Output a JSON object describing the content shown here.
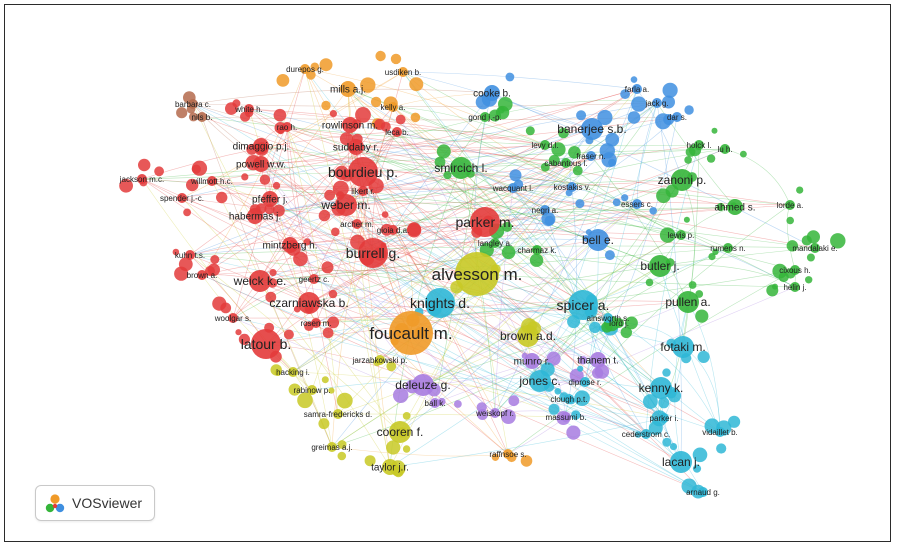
{
  "app": {
    "name": "VOSviewer",
    "logo_icon": "vosviewer-logo-icon"
  },
  "map_type": "co-citation network",
  "cluster_colors": {
    "red": "#e33b3b",
    "green": "#35b53a",
    "blue": "#3f8fe0",
    "yellow": "#c8c925",
    "purple": "#a77be0",
    "cyan": "#2fb7d6",
    "orange": "#f09a28",
    "brown": "#b46a4c"
  },
  "nodes": [
    {
      "label": "durepos g.",
      "cluster": "orange",
      "size": 1
    },
    {
      "label": "usdiken b.",
      "cluster": "orange",
      "size": 1
    },
    {
      "label": "mills a.j.",
      "cluster": "orange",
      "size": 2
    },
    {
      "label": "barbara c.",
      "cluster": "brown",
      "size": 1
    },
    {
      "label": "nils b.",
      "cluster": "brown",
      "size": 1
    },
    {
      "label": "white h.",
      "cluster": "red",
      "size": 1
    },
    {
      "label": "kelly a.",
      "cluster": "orange",
      "size": 1
    },
    {
      "label": "rao h.",
      "cluster": "red",
      "size": 1
    },
    {
      "label": "rowlinson m.",
      "cluster": "red",
      "size": 2
    },
    {
      "label": "leca b.",
      "cluster": "red",
      "size": 1
    },
    {
      "label": "dimaggio p.j.",
      "cluster": "red",
      "size": 2
    },
    {
      "label": "suddaby r.",
      "cluster": "red",
      "size": 2
    },
    {
      "label": "powell w.w.",
      "cluster": "red",
      "size": 2
    },
    {
      "label": "jackson m.c.",
      "cluster": "red",
      "size": 1
    },
    {
      "label": "willmott h.c.",
      "cluster": "red",
      "size": 1
    },
    {
      "label": "bourdieu p.",
      "cluster": "red",
      "size": 4
    },
    {
      "label": "spender j.-c.",
      "cluster": "red",
      "size": 1
    },
    {
      "label": "pfeffer j.",
      "cluster": "red",
      "size": 2
    },
    {
      "label": "weber m.",
      "cluster": "red",
      "size": 3
    },
    {
      "label": "habermas j.",
      "cluster": "red",
      "size": 2
    },
    {
      "label": "likert r.",
      "cluster": "red",
      "size": 1
    },
    {
      "label": "archer m.",
      "cluster": "red",
      "size": 1
    },
    {
      "label": "gioia d.a.",
      "cluster": "red",
      "size": 1
    },
    {
      "label": "kuhn t.s.",
      "cluster": "red",
      "size": 1
    },
    {
      "label": "mintzberg h.",
      "cluster": "red",
      "size": 2
    },
    {
      "label": "burrell g.",
      "cluster": "red",
      "size": 4
    },
    {
      "label": "brown a.",
      "cluster": "red",
      "size": 1
    },
    {
      "label": "weick k.e.",
      "cluster": "red",
      "size": 3
    },
    {
      "label": "geertz c.",
      "cluster": "red",
      "size": 1
    },
    {
      "label": "czarniawska b.",
      "cluster": "red",
      "size": 3
    },
    {
      "label": "woolgar s.",
      "cluster": "red",
      "size": 1
    },
    {
      "label": "rosen m.",
      "cluster": "red",
      "size": 1
    },
    {
      "label": "latour b.",
      "cluster": "red",
      "size": 4
    },
    {
      "label": "cooke b.",
      "cluster": "blue",
      "size": 2
    },
    {
      "label": "gond j.-p.",
      "cluster": "green",
      "size": 1
    },
    {
      "label": "banerjee s.b.",
      "cluster": "blue",
      "size": 3
    },
    {
      "label": "farla a.",
      "cluster": "blue",
      "size": 1
    },
    {
      "label": "jack g.",
      "cluster": "blue",
      "size": 1
    },
    {
      "label": "dar s.",
      "cluster": "blue",
      "size": 1
    },
    {
      "label": "holck l.",
      "cluster": "green",
      "size": 1
    },
    {
      "label": "lu h.",
      "cluster": "green",
      "size": 1
    },
    {
      "label": "levy d.l.",
      "cluster": "green",
      "size": 1
    },
    {
      "label": "cabantous l.",
      "cluster": "green",
      "size": 1
    },
    {
      "label": "fraser n.",
      "cluster": "blue",
      "size": 1
    },
    {
      "label": "smircich l.",
      "cluster": "green",
      "size": 3
    },
    {
      "label": "wacquant l.",
      "cluster": "blue",
      "size": 1
    },
    {
      "label": "kostakis v.",
      "cluster": "blue",
      "size": 1
    },
    {
      "label": "zanoni p.",
      "cluster": "green",
      "size": 3
    },
    {
      "label": "essers c.",
      "cluster": "blue",
      "size": 1
    },
    {
      "label": "ahmed s.",
      "cluster": "green",
      "size": 2
    },
    {
      "label": "lorde a.",
      "cluster": "green",
      "size": 1
    },
    {
      "label": "parker m.",
      "cluster": "red",
      "size": 4
    },
    {
      "label": "negri a.",
      "cluster": "blue",
      "size": 1
    },
    {
      "label": "langley a.",
      "cluster": "green",
      "size": 1
    },
    {
      "label": "charmaz k.",
      "cluster": "green",
      "size": 1
    },
    {
      "label": "bell e.",
      "cluster": "blue",
      "size": 3
    },
    {
      "label": "lewis p.",
      "cluster": "green",
      "size": 1
    },
    {
      "label": "rumens n.",
      "cluster": "green",
      "size": 1
    },
    {
      "label": "mandalaki e.",
      "cluster": "green",
      "size": 1
    },
    {
      "label": "alvesson m.",
      "cluster": "yellow",
      "size": 5
    },
    {
      "label": "butler j.",
      "cluster": "green",
      "size": 3
    },
    {
      "label": "cixous h.",
      "cluster": "green",
      "size": 1
    },
    {
      "label": "helin j.",
      "cluster": "green",
      "size": 1
    },
    {
      "label": "knights d.",
      "cluster": "cyan",
      "size": 4
    },
    {
      "label": "spicer a.",
      "cluster": "cyan",
      "size": 4
    },
    {
      "label": "pullen a.",
      "cluster": "green",
      "size": 3
    },
    {
      "label": "foucault m.",
      "cluster": "orange",
      "size": 5
    },
    {
      "label": "brown a.d.",
      "cluster": "yellow",
      "size": 3
    },
    {
      "label": "ainsworth s.",
      "cluster": "cyan",
      "size": 1
    },
    {
      "label": "ford j.",
      "cluster": "green",
      "size": 1
    },
    {
      "label": "fotaki m.",
      "cluster": "cyan",
      "size": 3
    },
    {
      "label": "jarzabkowski p.",
      "cluster": "yellow",
      "size": 1
    },
    {
      "label": "munro r.",
      "cluster": "purple",
      "size": 2
    },
    {
      "label": "thanem t.",
      "cluster": "purple",
      "size": 2
    },
    {
      "label": "hacking i.",
      "cluster": "yellow",
      "size": 1
    },
    {
      "label": "deleuze g.",
      "cluster": "purple",
      "size": 3
    },
    {
      "label": "jones c.",
      "cluster": "cyan",
      "size": 3
    },
    {
      "label": "diprose r.",
      "cluster": "cyan",
      "size": 1
    },
    {
      "label": "rabinow p.",
      "cluster": "yellow",
      "size": 1
    },
    {
      "label": "clough p.t.",
      "cluster": "cyan",
      "size": 1
    },
    {
      "label": "kenny k.",
      "cluster": "cyan",
      "size": 3
    },
    {
      "label": "ball k.",
      "cluster": "purple",
      "size": 1
    },
    {
      "label": "weiskopf r.",
      "cluster": "purple",
      "size": 1
    },
    {
      "label": "massumi b.",
      "cluster": "purple",
      "size": 1
    },
    {
      "label": "samra-fredericks d.",
      "cluster": "yellow",
      "size": 1
    },
    {
      "label": "parker i.",
      "cluster": "cyan",
      "size": 1
    },
    {
      "label": "vidaillet b.",
      "cluster": "cyan",
      "size": 1
    },
    {
      "label": "cederstrom c.",
      "cluster": "cyan",
      "size": 1
    },
    {
      "label": "cooren f.",
      "cluster": "yellow",
      "size": 3
    },
    {
      "label": "greimas a.j.",
      "cluster": "yellow",
      "size": 1
    },
    {
      "label": "raffnsoe s.",
      "cluster": "orange",
      "size": 1
    },
    {
      "label": "lacan j.",
      "cluster": "cyan",
      "size": 3
    },
    {
      "label": "taylor j.r.",
      "cluster": "yellow",
      "size": 2
    },
    {
      "label": "arnaud g.",
      "cluster": "cyan",
      "size": 1
    }
  ]
}
